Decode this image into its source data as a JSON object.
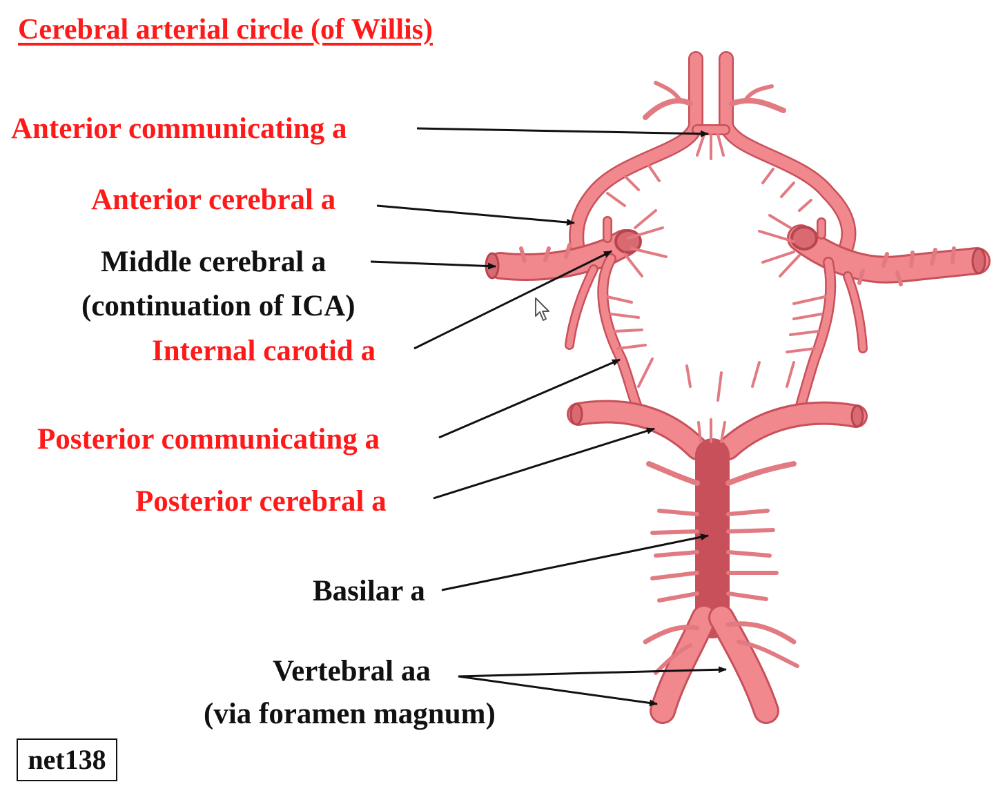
{
  "title": "Cerebral arterial circle (of Willis)",
  "labels": {
    "anterior_communicating": "Anterior communicating a",
    "anterior_cerebral": "Anterior cerebral a",
    "middle_cerebral": "Middle cerebral a",
    "middle_cerebral_note_prefix": "(continuation of ",
    "middle_cerebral_note_abbr": "ICA",
    "middle_cerebral_note_suffix": ")",
    "internal_carotid": "Internal carotid a",
    "posterior_communicating": "Posterior communicating a",
    "posterior_cerebral": "Posterior cerebral a",
    "basilar": "Basilar a",
    "vertebral": "Vertebral aa",
    "vertebral_note": "(via foramen magnum)"
  },
  "figure_code": "net138",
  "colors": {
    "label_red": "#ff1a1a",
    "label_black": "#111111",
    "artery_fill": "#f0888e",
    "artery_edge": "#c8505a",
    "artery_highlight": "#f8c2c4"
  },
  "icons": [
    "mouse-cursor-icon"
  ]
}
